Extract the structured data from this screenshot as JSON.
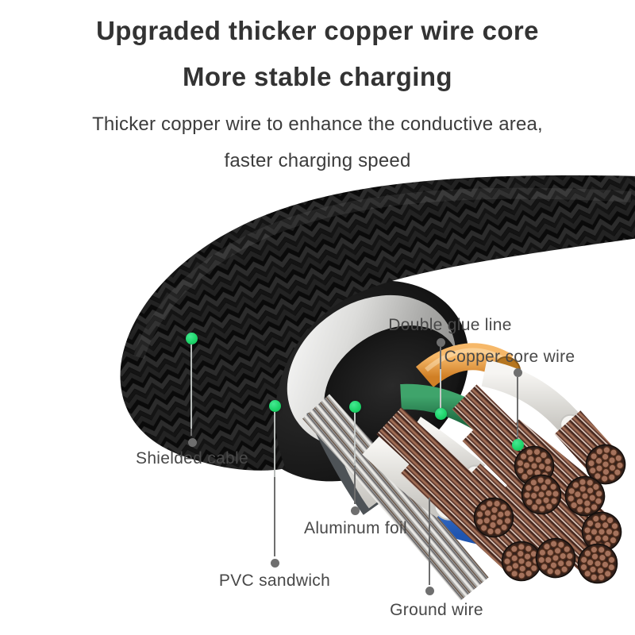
{
  "header": {
    "title_line1": "Upgraded thicker copper wire core",
    "title_line2": "More stable charging",
    "subtitle_line1": "Thicker copper wire to enhance the conductive area,",
    "subtitle_line2": "faster charging speed"
  },
  "diagram": {
    "subject": "Braided charging cable cut open showing internal construction",
    "callouts": [
      {
        "id": "double-glue-line",
        "label": "Double glue line"
      },
      {
        "id": "copper-core-wire",
        "label": "Copper core wire"
      },
      {
        "id": "shielded-cable",
        "label": "Shielded cable"
      },
      {
        "id": "aluminum-foil",
        "label": "Aluminum foil"
      },
      {
        "id": "pvc-sandwich",
        "label": "PVC sandwich"
      },
      {
        "id": "ground-wire",
        "label": "Ground wire"
      }
    ],
    "colors": {
      "dot_green": "#1ed56a",
      "dot_gray": "#6f6f6f",
      "leader_line": "#6e6e6e",
      "braid_black": "#0a0a0a",
      "foil_silver": "#d8d8d6",
      "wire_orange": "#ec9a3e",
      "wire_green": "#2f8c58",
      "wire_blue": "#2f6fd8",
      "wire_white": "#ecebe7",
      "copper": "#8a5a48",
      "title_text": "#333333",
      "label_text": "#484848"
    }
  }
}
